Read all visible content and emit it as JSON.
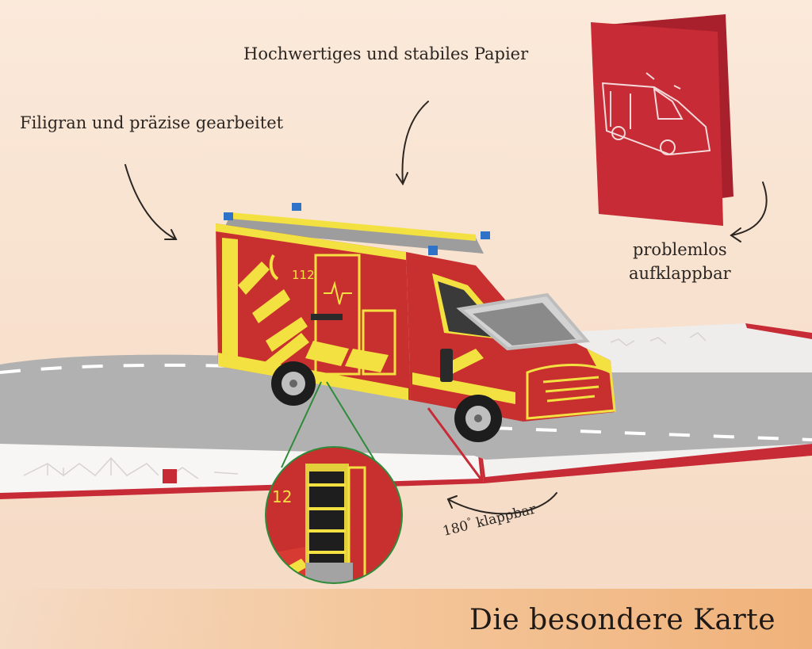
{
  "annotations": {
    "paper_quality": "Hochwertiges und stabiles Papier",
    "filigree": "Filigran und präzise gearbeitet",
    "fold_line1": "problemlos",
    "fold_line2": "aufklappbar",
    "angle_value": "180",
    "angle_unit": "°",
    "angle_text": " klappbar"
  },
  "van": {
    "emergency_number": "112",
    "zoom_number": "12"
  },
  "footer": {
    "title": "Die besondere Karte"
  },
  "colors": {
    "background": "#fbe9da",
    "card_red": "#c62b36",
    "van_red": "#c8302f",
    "van_yellow": "#f3e142",
    "road_grey": "#a9a9a9",
    "footer_accent": "#f0b27a"
  }
}
